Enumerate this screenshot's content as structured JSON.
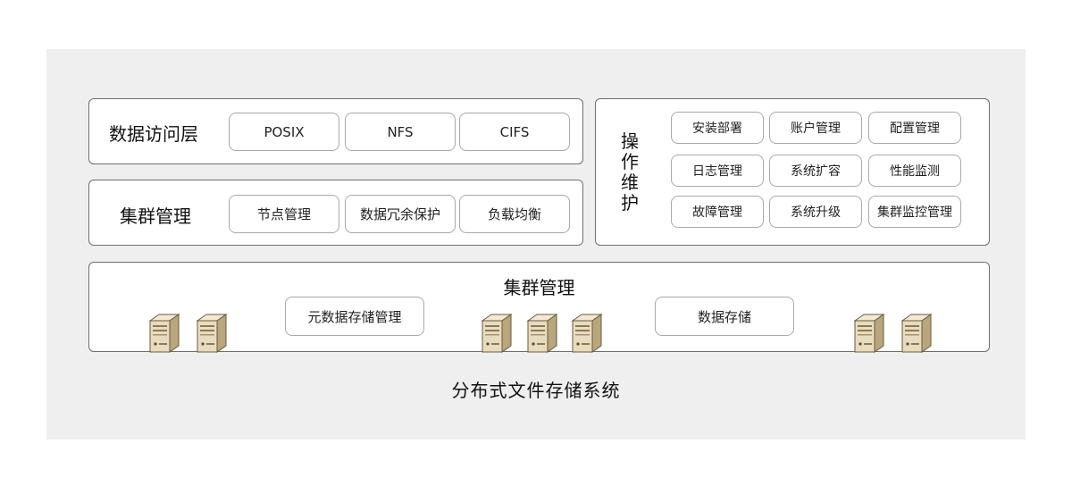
{
  "data_access_layer": {
    "title": "数据访问层",
    "protocols": [
      "POSIX",
      "NFS",
      "CIFS"
    ]
  },
  "cluster_management": {
    "title": "集群管理",
    "items": [
      "节点管理",
      "数据冗余保护",
      "负载均衡"
    ]
  },
  "operations": {
    "title": "操作维护",
    "items": [
      "安装部署",
      "账户管理",
      "配置管理",
      "日志管理",
      "系统扩容",
      "性能监测",
      "故障管理",
      "系统升级",
      "集群监控管理"
    ]
  },
  "storage_cluster": {
    "title": "集群管理",
    "metadata_label": "元数据存储管理",
    "data_label": "数据存储",
    "server_icon": "server-icon"
  },
  "footer_title": "分布式文件存储系统",
  "colors": {
    "background": "#efeff0",
    "border": "#6f6f6f",
    "server_body": "#e8dcc0"
  }
}
